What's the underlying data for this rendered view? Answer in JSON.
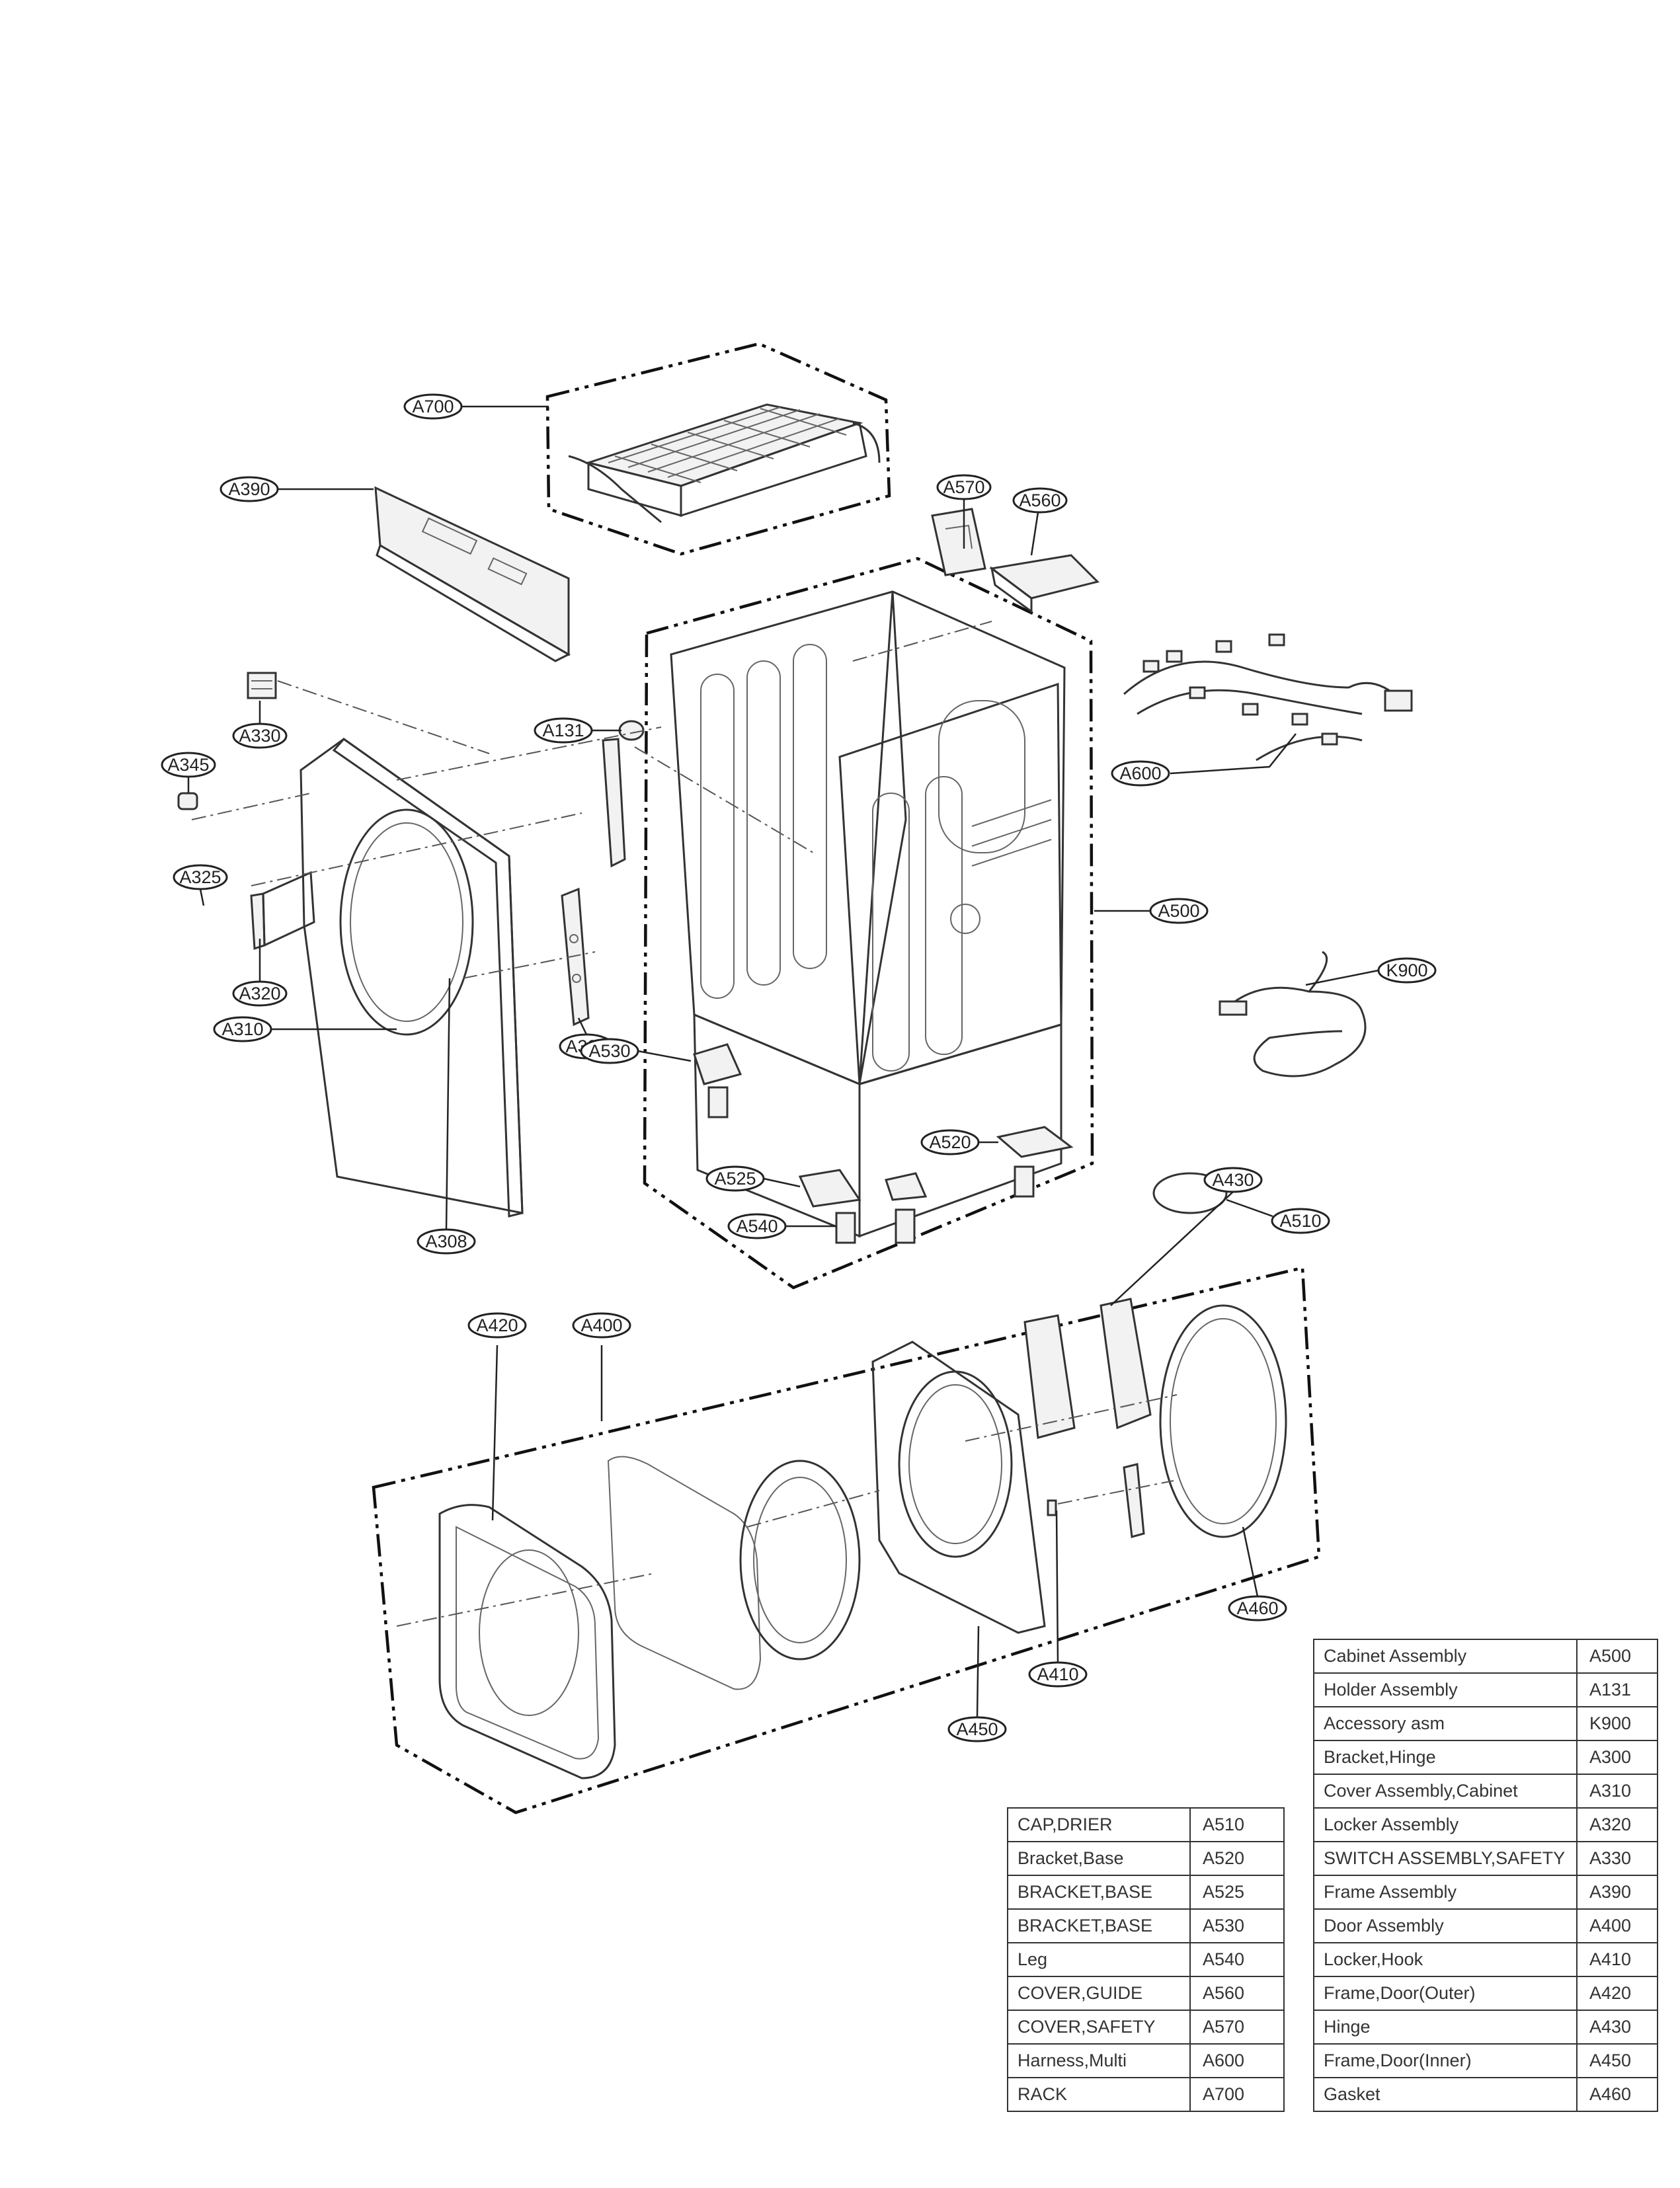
{
  "callouts": {
    "A700": "A700",
    "A390": "A390",
    "A570": "A570",
    "A560": "A560",
    "A330": "A330",
    "A345": "A345",
    "A131": "A131",
    "A600": "A600",
    "A325": "A325",
    "A500": "A500",
    "A320": "A320",
    "K900": "K900",
    "A300": "A300",
    "A530": "A530",
    "A310": "A310",
    "A510": "A510",
    "A520": "A520",
    "A525": "A525",
    "A308": "A308",
    "A540": "A540",
    "A430": "A430",
    "A420": "A420",
    "A400": "A400",
    "A460": "A460",
    "A410": "A410",
    "A450": "A450"
  },
  "parts_table_left": [
    {
      "name": "CAP,DRIER",
      "code": "A510"
    },
    {
      "name": "Bracket,Base",
      "code": "A520"
    },
    {
      "name": "BRACKET,BASE",
      "code": "A525"
    },
    {
      "name": "BRACKET,BASE",
      "code": "A530"
    },
    {
      "name": "Leg",
      "code": "A540"
    },
    {
      "name": "COVER,GUIDE",
      "code": "A560"
    },
    {
      "name": "COVER,SAFETY",
      "code": "A570"
    },
    {
      "name": "Harness,Multi",
      "code": "A600"
    },
    {
      "name": "RACK",
      "code": "A700"
    }
  ],
  "parts_table_right": [
    {
      "name": "Cabinet Assembly",
      "code": "A500"
    },
    {
      "name": "Holder Assembly",
      "code": "A131"
    },
    {
      "name": "Accessory asm",
      "code": "K900"
    },
    {
      "name": "Bracket,Hinge",
      "code": "A300"
    },
    {
      "name": "Cover Assembly,Cabinet",
      "code": "A310"
    },
    {
      "name": "Locker Assembly",
      "code": "A320"
    },
    {
      "name": "SWITCH ASSEMBLY,SAFETY",
      "code": "A330"
    },
    {
      "name": "Frame Assembly",
      "code": "A390"
    },
    {
      "name": "Door Assembly",
      "code": "A400"
    },
    {
      "name": "Locker,Hook",
      "code": "A410"
    },
    {
      "name": "Frame,Door(Outer)",
      "code": "A420"
    },
    {
      "name": "Hinge",
      "code": "A430"
    },
    {
      "name": "Frame,Door(Inner)",
      "code": "A450"
    },
    {
      "name": "Gasket",
      "code": "A460"
    }
  ]
}
